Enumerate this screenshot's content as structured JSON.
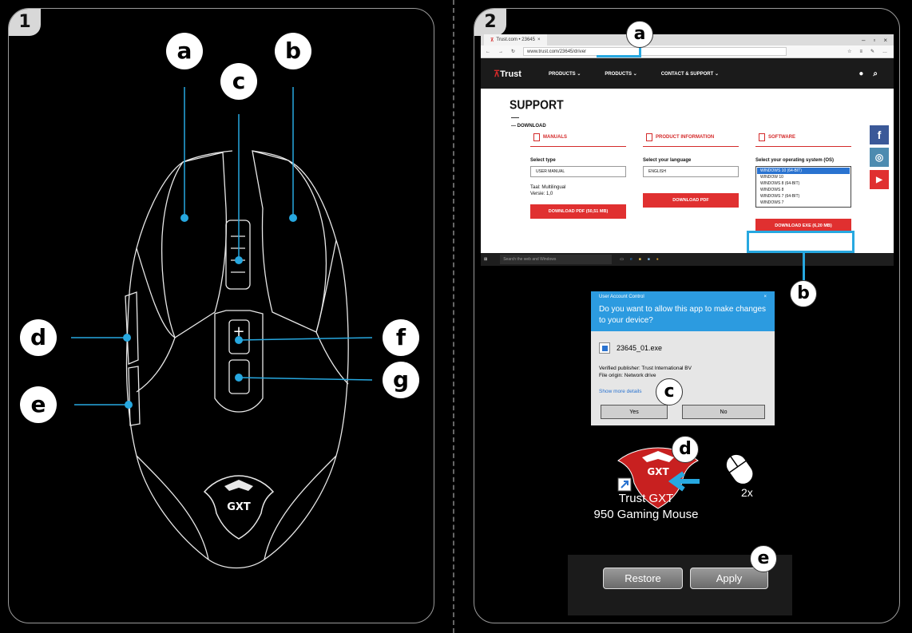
{
  "panel1": {
    "number": "1",
    "callouts": [
      "a",
      "b",
      "c",
      "d",
      "e",
      "f",
      "g"
    ],
    "plus_sign": "+",
    "logo_text": "GXT"
  },
  "panel2": {
    "number": "2",
    "callouts": [
      "a",
      "b",
      "c",
      "d",
      "e"
    ],
    "browser": {
      "tab_label": "Trust.com • 23645",
      "url": "www.trust.com/23645/driver",
      "logo": "Trust",
      "nav": [
        "PRODUCTS",
        "PRODUCTS",
        "CONTACT & SUPPORT"
      ],
      "support_title": "SUPPORT",
      "download_label": "DOWNLOAD",
      "manuals": {
        "heading": "MANUALS",
        "select_label": "Select type",
        "select_value": "USER MANUAL",
        "info": [
          "Taal: Multilingual",
          "Versie: 1,0"
        ],
        "button": "DOWNLOAD PDF (50,51 MB)"
      },
      "product_info": {
        "heading": "PRODUCT INFORMATION",
        "select_label": "Select your language",
        "select_value": "ENGLISH",
        "button": "DOWNLOAD PDF"
      },
      "software": {
        "heading": "SOFTWARE",
        "select_label": "Select your operating system (OS)",
        "os_options": [
          "WINDOWS 10 (64-BIT)",
          "WINDOW 10",
          "WINDOWS 8 (64-BIT)",
          "WINDOWS 8",
          "WINDOWS 7 (64-BIT)",
          "WINDOWS 7"
        ],
        "button": "DOWNLOAD EXE (6,20 MB)"
      },
      "social": [
        "f",
        "◎",
        "▶"
      ],
      "taskbar_search": "Search the web and Windows"
    },
    "uac": {
      "title": "User Account Control",
      "close": "×",
      "question": "Do you want to allow this app to make changes to your device?",
      "file": "23645_01.exe",
      "publisher": "Verified publisher: Trust International BV",
      "origin": "File origin: Network drive",
      "more": "Show more details",
      "yes": "Yes",
      "no": "No"
    },
    "desktop_icon": {
      "logo_text": "GXT",
      "line1": "Trust GXT",
      "line2": "950 Gaming Mouse",
      "times": "2x"
    },
    "buttons": {
      "restore": "Restore",
      "apply": "Apply"
    },
    "colors": {
      "highlight": "#27a8e0",
      "trust_red": "#e03030",
      "uac_blue": "#2c9be0"
    }
  }
}
